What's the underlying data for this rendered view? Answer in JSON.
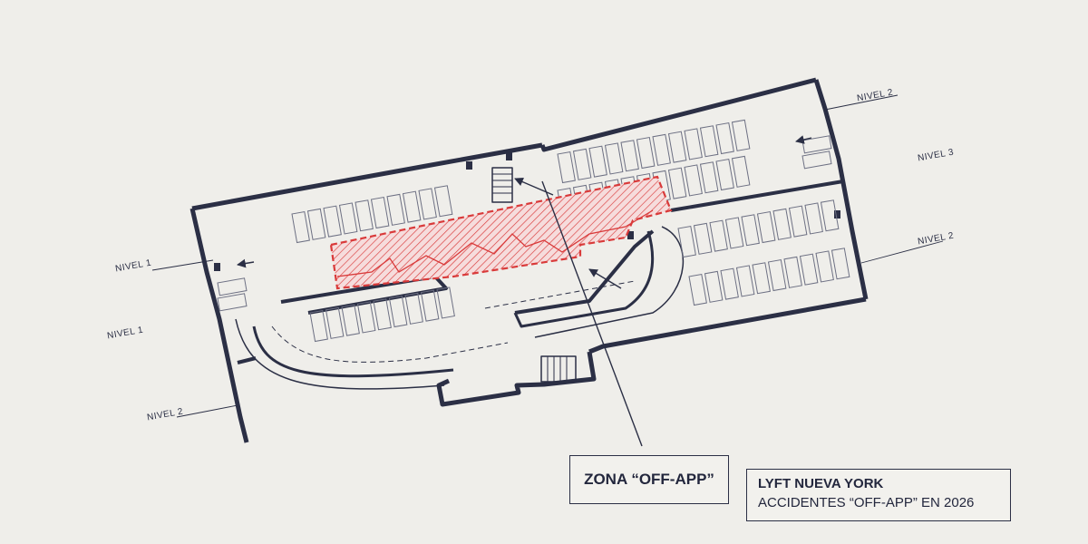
{
  "labels": {
    "left_nivel_1_top": "NIVEL 1",
    "left_nivel_1": "NIVEL 1",
    "left_nivel_2": "NIVEL 2",
    "right_nivel_2_top": "NIVEL 2",
    "right_nivel_3": "NIVEL 3",
    "right_nivel_2": "NIVEL 2"
  },
  "callout": {
    "zone": "ZONA “OFF-APP”"
  },
  "title_box": {
    "line1": "LYFT NUEVA YORK",
    "line2": "ACCIDENTES “OFF-APP” EN 2026"
  },
  "colors": {
    "ink": "#2b2f45",
    "hazard": "#d93a3a",
    "background": "#efeeea"
  },
  "icons": [
    "stairs-icon",
    "arrow-icon",
    "parking-stall-icon"
  ]
}
